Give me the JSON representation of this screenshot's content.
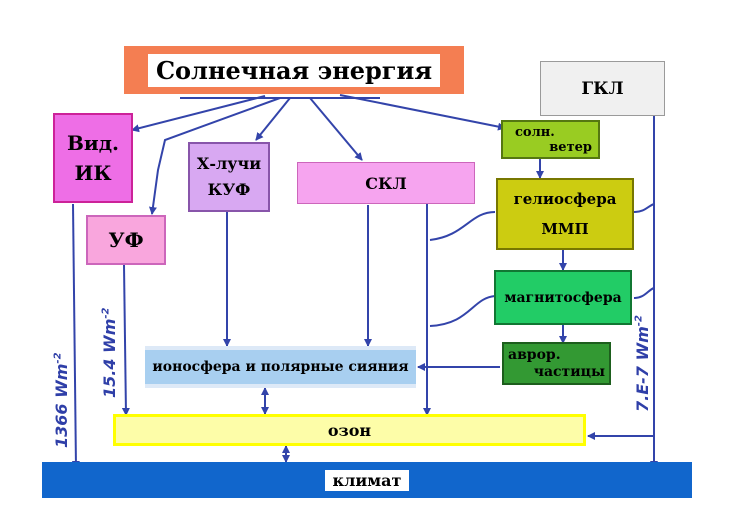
{
  "boxes": {
    "solar_energy": "Солнечная энергия",
    "gcr": "ГКЛ",
    "vis_ir": [
      "Вид.",
      "ИК"
    ],
    "uv": "УФ",
    "xray_euv": [
      "Х-лучи",
      "КУФ"
    ],
    "scr": "СКЛ",
    "solar_wind": [
      "солн.",
      "ветер"
    ],
    "heliosphere": [
      "гелиосфера",
      "ММП"
    ],
    "magnetosphere": "магнитосфера",
    "auroral_particles": [
      "аврор.",
      "частицы"
    ],
    "ionosphere": "ионосфера и полярные сияния",
    "ozone": "озон",
    "climate": "климат"
  },
  "fluxes": {
    "total": "1366 Wm",
    "uv": "15.4 Wm",
    "gcr": "7.E-7 Wm",
    "exponent": "-2"
  },
  "colors": {
    "solar_energy_bg": "#f47e52",
    "gcr_bg": "#f0f0f0",
    "vis_ir_bg": "#ee6ee6",
    "uv_bg": "#f9a6dd",
    "xray_bg": "#d8a8f2",
    "scr_bg": "#f6a4ef",
    "solar_wind_bg": "#99cc22",
    "heliosphere_bg": "#cccc11",
    "magnetosphere_bg": "#22cc66",
    "auroral_bg": "#339933",
    "ionosphere_bg": "#a8cff0",
    "ozone_bg": "#fdfda8",
    "climate_bg": "#1166cc",
    "arrow": "#3344aa",
    "flux_text": "#2f3fa8"
  }
}
